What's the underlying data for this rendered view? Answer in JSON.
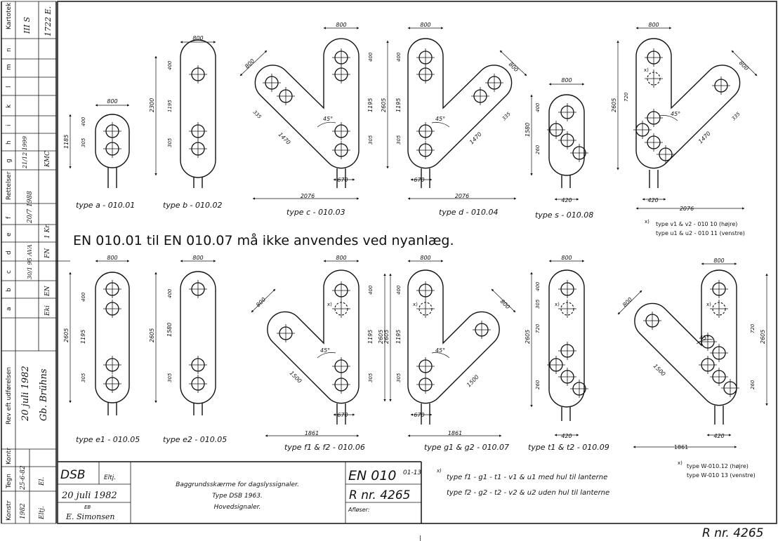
{
  "side_strip": {
    "kartotek_label": "Kartotek",
    "kartotek_values": [
      "III S",
      "1722 E."
    ],
    "letters": [
      "n",
      "m",
      "l",
      "k",
      "i",
      "h",
      "g"
    ],
    "rettelser_label": "Rettelser",
    "rettelser_letters": [
      "f",
      "e",
      "d",
      "c",
      "b",
      "a"
    ],
    "rettelser_entries": [
      "20/7 1988",
      "1 Kr.",
      "FN",
      "30/1 95 AVA",
      "EN",
      "Eki"
    ],
    "g_entry": "21/12 1999",
    "g_entry_sig": "KMC",
    "rev_label": "Rev eft udførelsen",
    "rev_entry_date": "20 juli 1982",
    "rev_entry_sign": "Gb. Brühns",
    "kontr_label": "Kontr",
    "tegn_label": "Tegn",
    "konstr_label": "Konstr",
    "tegn_values": [
      "25-6-82",
      "El."
    ],
    "konstr_values": [
      "1982",
      "Eltj."
    ]
  },
  "shapes_top": [
    {
      "caption": "type  a - 010.01",
      "dims": [
        "800",
        "1185",
        "305",
        "400"
      ]
    },
    {
      "caption": "type  b - 010.02",
      "dims": [
        "800",
        "2300",
        "1195",
        "305",
        "400"
      ]
    },
    {
      "caption": "type  c - 010.03",
      "dims": [
        "800",
        "1195",
        "2605",
        "305",
        "400",
        "335",
        "1470",
        "45°",
        "670",
        "2076"
      ]
    },
    {
      "caption": "type  d - 010.04",
      "dims": [
        "800",
        "1195",
        "305",
        "400",
        "1470",
        "335",
        "45°",
        "670",
        "2076"
      ]
    },
    {
      "caption": "type  s - 010.08",
      "dims": [
        "800",
        "1580",
        "260",
        "400",
        "420"
      ]
    },
    {
      "caption": "",
      "dims": [
        "800",
        "2605",
        "720",
        "1470",
        "335",
        "45°",
        "420",
        "2076"
      ],
      "x_mark": "x)"
    }
  ],
  "shapes_bottom": [
    {
      "caption": "type  e1 - 010.05",
      "dims": [
        "800",
        "2605",
        "1195",
        "305",
        "400"
      ]
    },
    {
      "caption": "type  e2 - 010.05",
      "dims": [
        "800",
        "2605",
        "1580",
        "305",
        "400"
      ]
    },
    {
      "caption": "type  f1 & f2 - 010.06",
      "dims": [
        "800",
        "1195",
        "2605",
        "305",
        "400",
        "1500",
        "45°",
        "670",
        "1861"
      ]
    },
    {
      "caption": "type  g1 & g2 - 010.07",
      "dims": [
        "800",
        "1195",
        "2605",
        "305",
        "400",
        "1500",
        "45°",
        "670",
        "1861"
      ]
    },
    {
      "caption": "type  t1 & t2 - 010.09",
      "dims": [
        "800",
        "2605",
        "720",
        "305",
        "400",
        "260",
        "420"
      ]
    },
    {
      "caption": "",
      "dims": [
        "800",
        "1500",
        "45°",
        "720",
        "2605",
        "260",
        "420",
        "1861"
      ]
    }
  ],
  "notes": {
    "v_note_mark": "x)",
    "v_note_1": "type v1 & v2 - 010 10 (højre)",
    "v_note_2": "type u1 & u2 - 010 11 (venstre)",
    "w_note_mark": "x)",
    "w_note_1": "type W-010.12 (højre)",
    "w_note_2": "type W-010 13 (venstre)"
  },
  "banner": "EN 010.01 til EN 010.07 må ikke anvendes ved nyanlæg.",
  "title_block": {
    "dsb": "DSB",
    "eltj": "Eltj.",
    "date": "20 juli 1982",
    "sign_initials": "EB",
    "signature": "E. Simonsen",
    "description_1": "Baggrundsskærme   for  dagslyssignaler.",
    "description_2": "Type  DSB  1963.",
    "description_3": "Hovedsignaler.",
    "en_number": "EN 010",
    "en_sheet": "01-13",
    "r_number": "R nr. 4265",
    "afloeser": "Afløser:",
    "note_mark": "x)",
    "note_1": "type  f1 - g1 - t1 - v1 & u1 med hul til lanterne",
    "note_2": "type  f2 - g2 - t2 - v2 & u2 uden hul til lanterne"
  },
  "footer_r_number": "R nr. 4265",
  "footer_tick": "|"
}
